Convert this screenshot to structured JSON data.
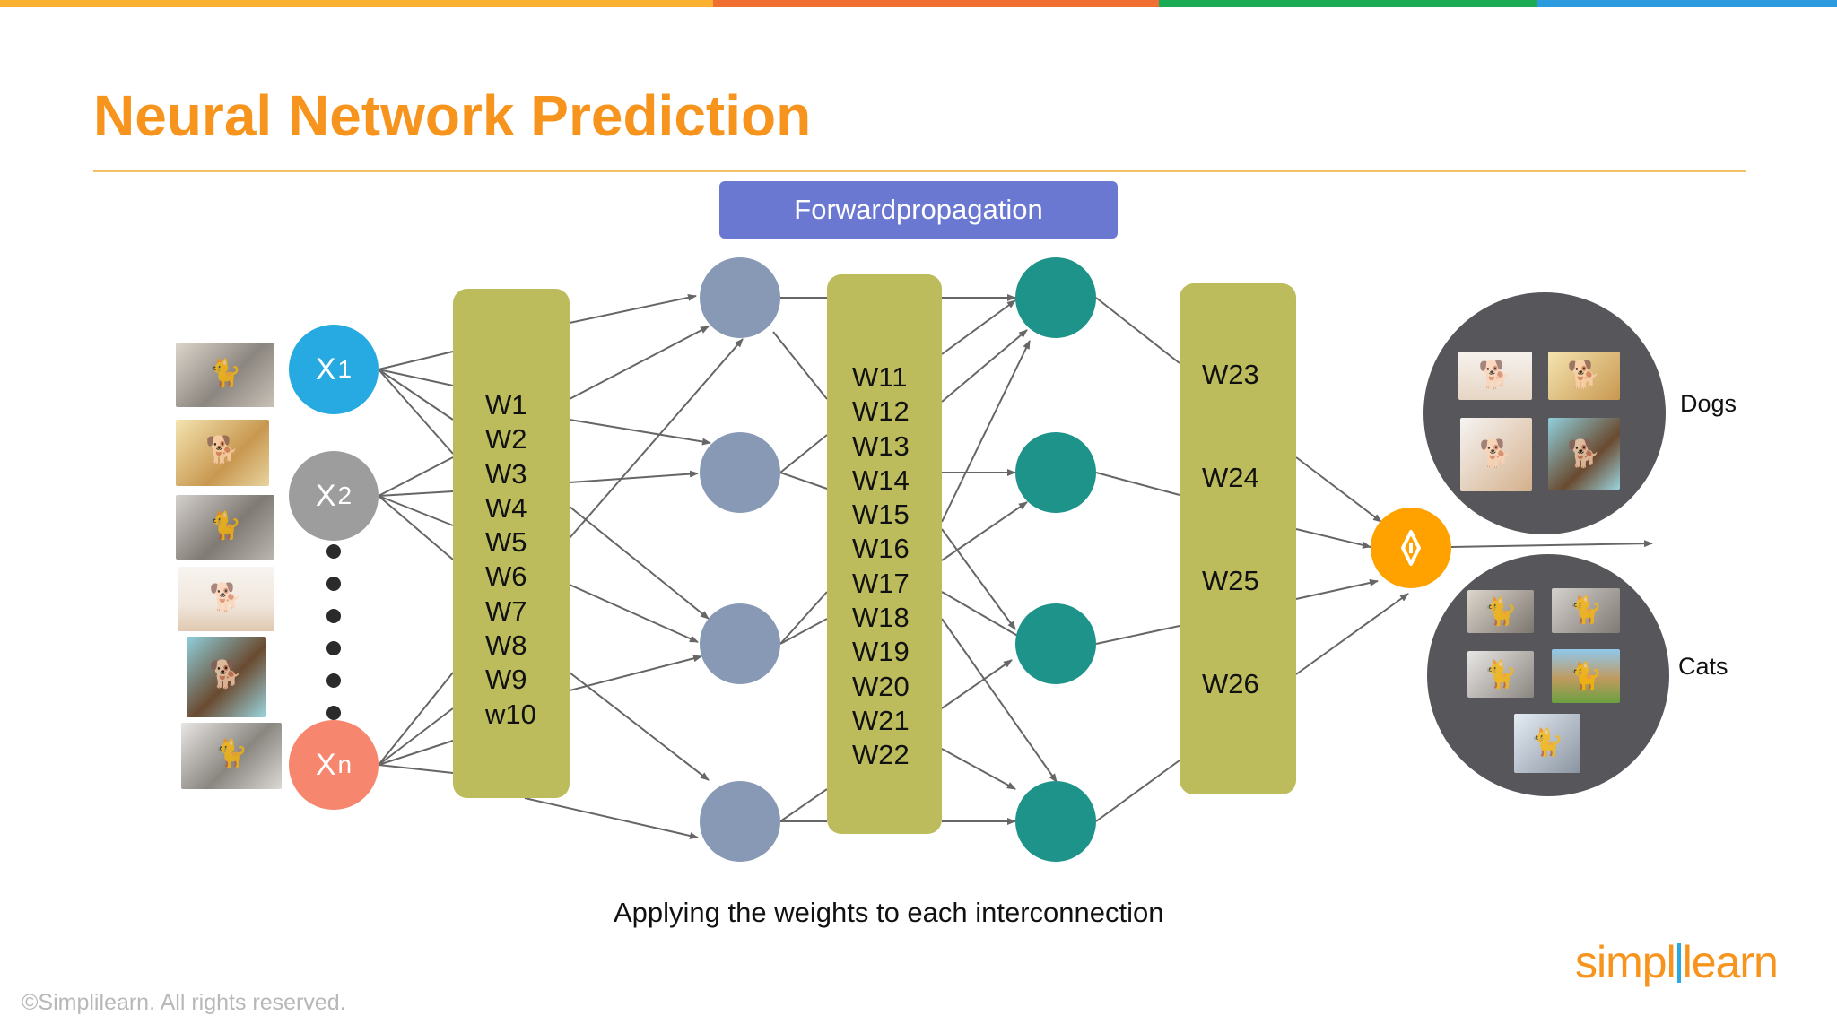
{
  "title": "Neural Network Prediction",
  "banner": "Forwardpropagation",
  "inputs": {
    "x1": {
      "letter": "X",
      "sub": "1",
      "color": "#27a9e1"
    },
    "x2": {
      "letter": "X",
      "sub": "2",
      "color": "#9d9d9d"
    },
    "xn": {
      "letter": "X",
      "sub": "n",
      "color": "#f7866e"
    }
  },
  "weights_layer1": [
    "W1",
    "W2",
    "W3",
    "W4",
    "W5",
    "W6",
    "W7",
    "W8",
    "W9",
    "w10"
  ],
  "weights_layer2": [
    "W11",
    "W12",
    "W13",
    "W14",
    "W15",
    "W16",
    "W17",
    "W18",
    "W19",
    "W20",
    "W21",
    "W22"
  ],
  "weights_layer3": [
    "W23",
    "W24",
    "W25",
    "W26"
  ],
  "output_icon": "sigma-icon",
  "classes": {
    "dogs": "Dogs",
    "cats": "Cats"
  },
  "caption": "Applying the weights to each interconnection",
  "copyright": "©Simplilearn. All rights reserved.",
  "logo": {
    "part1": "simpl",
    "part2": "learn"
  },
  "colors": {
    "title": "#f7941d",
    "weight_box": "#bcbc5c",
    "hidden1": "#8799b5",
    "hidden2": "#1e9389",
    "output": "#ffa200",
    "banner": "#6b78d1",
    "class_circle": "#57575b"
  }
}
